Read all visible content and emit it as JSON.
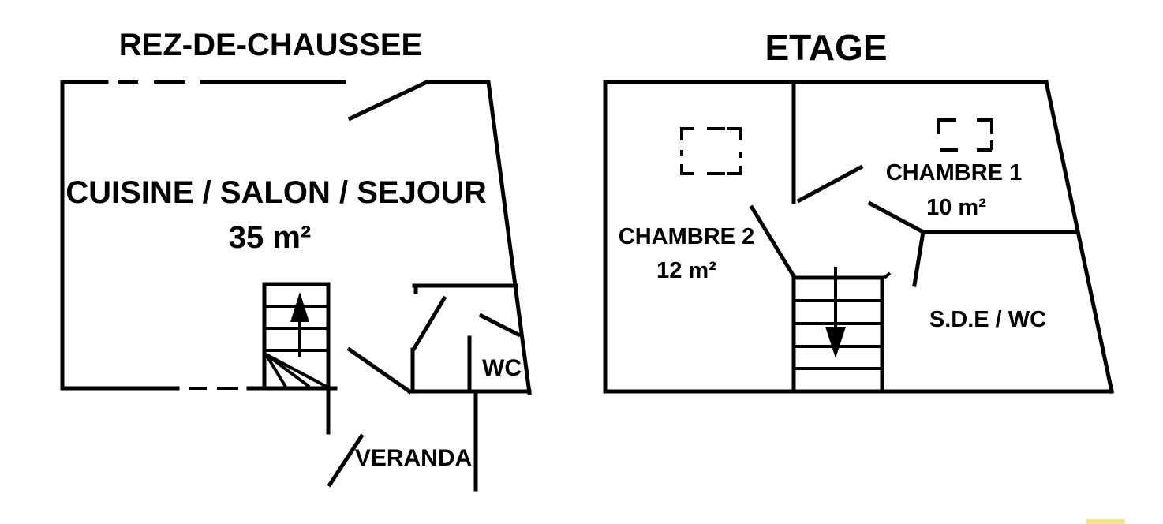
{
  "titles": {
    "ground_floor": "REZ-DE-CHAUSSEE",
    "upper_floor": "ETAGE"
  },
  "ground_floor": {
    "living_room": {
      "name": "CUISINE / SALON / SEJOUR",
      "area": "35 m²"
    },
    "wc": {
      "name": "WC"
    },
    "veranda": {
      "name": "VERANDA"
    }
  },
  "upper_floor": {
    "bedroom_1": {
      "name": "CHAMBRE 1",
      "area": "10 m²"
    },
    "bedroom_2": {
      "name": "CHAMBRE 2",
      "area": "12 m²"
    },
    "bathroom": {
      "name": "S.D.E / WC"
    }
  },
  "colors": {
    "ink": "#000000",
    "background": "#ffffff",
    "corner_mark": "#f4e48a"
  }
}
